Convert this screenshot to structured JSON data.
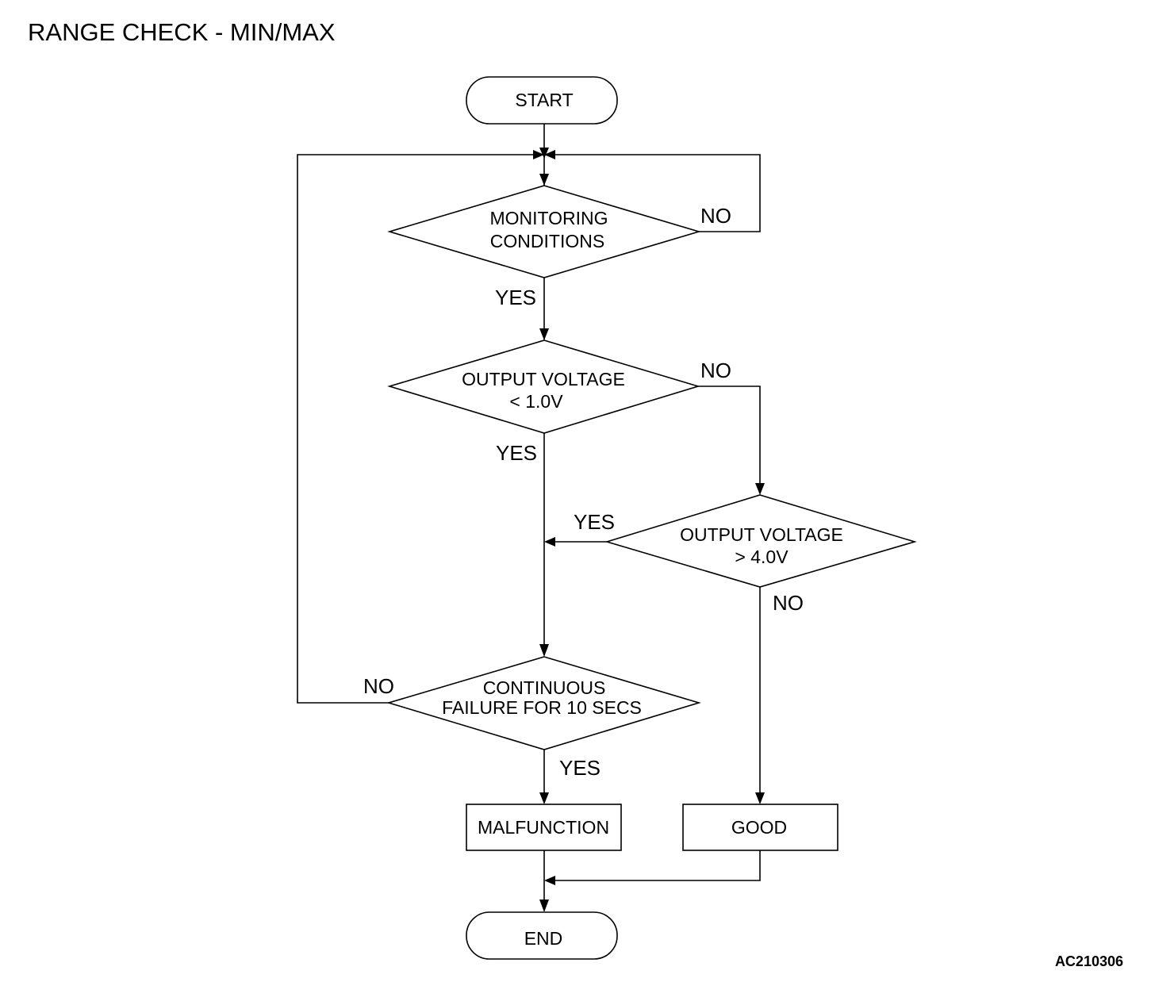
{
  "title": "RANGE CHECK - MIN/MAX",
  "reference_code": "AC210306",
  "nodes": {
    "start": "START",
    "monitoring": [
      "MONITORING",
      "CONDITIONS"
    ],
    "output_low": [
      "OUTPUT VOLTAGE",
      "< 1.0V"
    ],
    "output_high": [
      "OUTPUT VOLTAGE",
      "> 4.0V"
    ],
    "continuous": [
      "CONTINUOUS",
      "FAILURE FOR 10 SECS"
    ],
    "malfunction": "MALFUNCTION",
    "good": "GOOD",
    "end": "END"
  },
  "edge_labels": {
    "monitoring_no": "NO",
    "monitoring_yes": "YES",
    "output_low_no": "NO",
    "output_low_yes": "YES",
    "output_high_yes": "YES",
    "output_high_no": "NO",
    "continuous_no": "NO",
    "continuous_yes": "YES"
  }
}
